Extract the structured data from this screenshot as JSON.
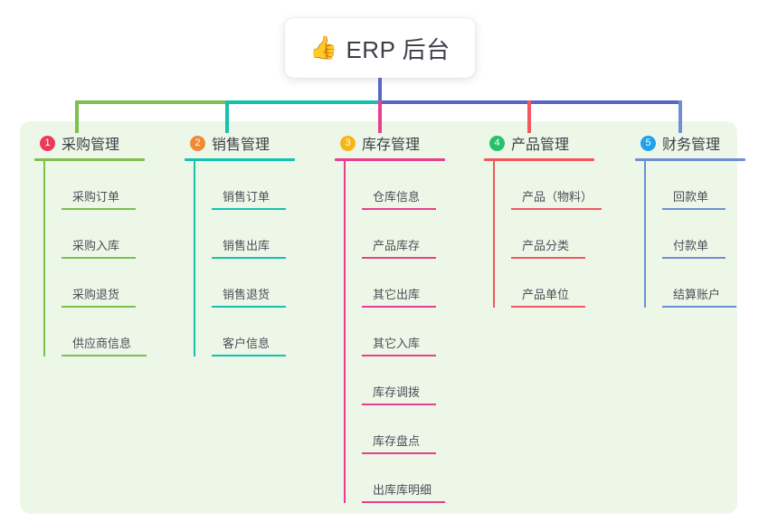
{
  "root": {
    "icon": "thumbs-up-icon",
    "emoji": "👍",
    "title": "ERP 后台"
  },
  "panel": {
    "background": "#edf7e7"
  },
  "connector": {
    "stem_color": "#5866c8",
    "bar_segments": [
      {
        "name": "segment-green",
        "color": "#7ebf4e"
      },
      {
        "name": "segment-teal",
        "color": "#16c1ad"
      },
      {
        "name": "segment-blue",
        "color": "#5866c8"
      }
    ],
    "drops": [
      {
        "name": "drop-purchase",
        "color": "#7ebf4e"
      },
      {
        "name": "drop-sales",
        "color": "#16c1ad"
      },
      {
        "name": "drop-inventory",
        "color": "#e83f8f"
      },
      {
        "name": "drop-product",
        "color": "#f1585f"
      },
      {
        "name": "drop-finance",
        "color": "#6f8ed6"
      }
    ]
  },
  "columns": [
    {
      "id": "purchase",
      "number": "1",
      "title": "采购管理",
      "badge_color": "#ea3b5c",
      "line_color": "#7ebf4e",
      "rule_width": 122,
      "items": [
        {
          "label": "采购订单",
          "rule_width": 82
        },
        {
          "label": "采购入库",
          "rule_width": 82
        },
        {
          "label": "采购退货",
          "rule_width": 82
        },
        {
          "label": "供应商信息",
          "rule_width": 94
        }
      ]
    },
    {
      "id": "sales",
      "number": "2",
      "title": "销售管理",
      "badge_color": "#f08a37",
      "line_color": "#16c1ad",
      "rule_width": 122,
      "items": [
        {
          "label": "销售订单",
          "rule_width": 82
        },
        {
          "label": "销售出库",
          "rule_width": 82
        },
        {
          "label": "销售退货",
          "rule_width": 82
        },
        {
          "label": "客户信息",
          "rule_width": 82
        }
      ]
    },
    {
      "id": "inventory",
      "number": "3",
      "title": "库存管理",
      "badge_color": "#f5b618",
      "line_color": "#e83f8f",
      "rule_width": 122,
      "items": [
        {
          "label": "仓库信息",
          "rule_width": 82
        },
        {
          "label": "产品库存",
          "rule_width": 82
        },
        {
          "label": "其它出库",
          "rule_width": 82
        },
        {
          "label": "其它入库",
          "rule_width": 82
        },
        {
          "label": "库存调拨",
          "rule_width": 82
        },
        {
          "label": "库存盘点",
          "rule_width": 82
        },
        {
          "label": "出库库明细",
          "rule_width": 92
        }
      ]
    },
    {
      "id": "product",
      "number": "4",
      "title": "产品管理",
      "badge_color": "#25c16b",
      "line_color": "#f1585f",
      "rule_width": 122,
      "items": [
        {
          "label": "产品（物料）",
          "rule_width": 100
        },
        {
          "label": "产品分类",
          "rule_width": 82
        },
        {
          "label": "产品单位",
          "rule_width": 82
        }
      ]
    },
    {
      "id": "finance",
      "number": "5",
      "title": "财务管理",
      "badge_color": "#21a0ec",
      "line_color": "#6f8ed6",
      "rule_width": 122,
      "items": [
        {
          "label": "回款单",
          "rule_width": 70
        },
        {
          "label": "付款单",
          "rule_width": 70
        },
        {
          "label": "结算账户",
          "rule_width": 82
        }
      ]
    }
  ]
}
